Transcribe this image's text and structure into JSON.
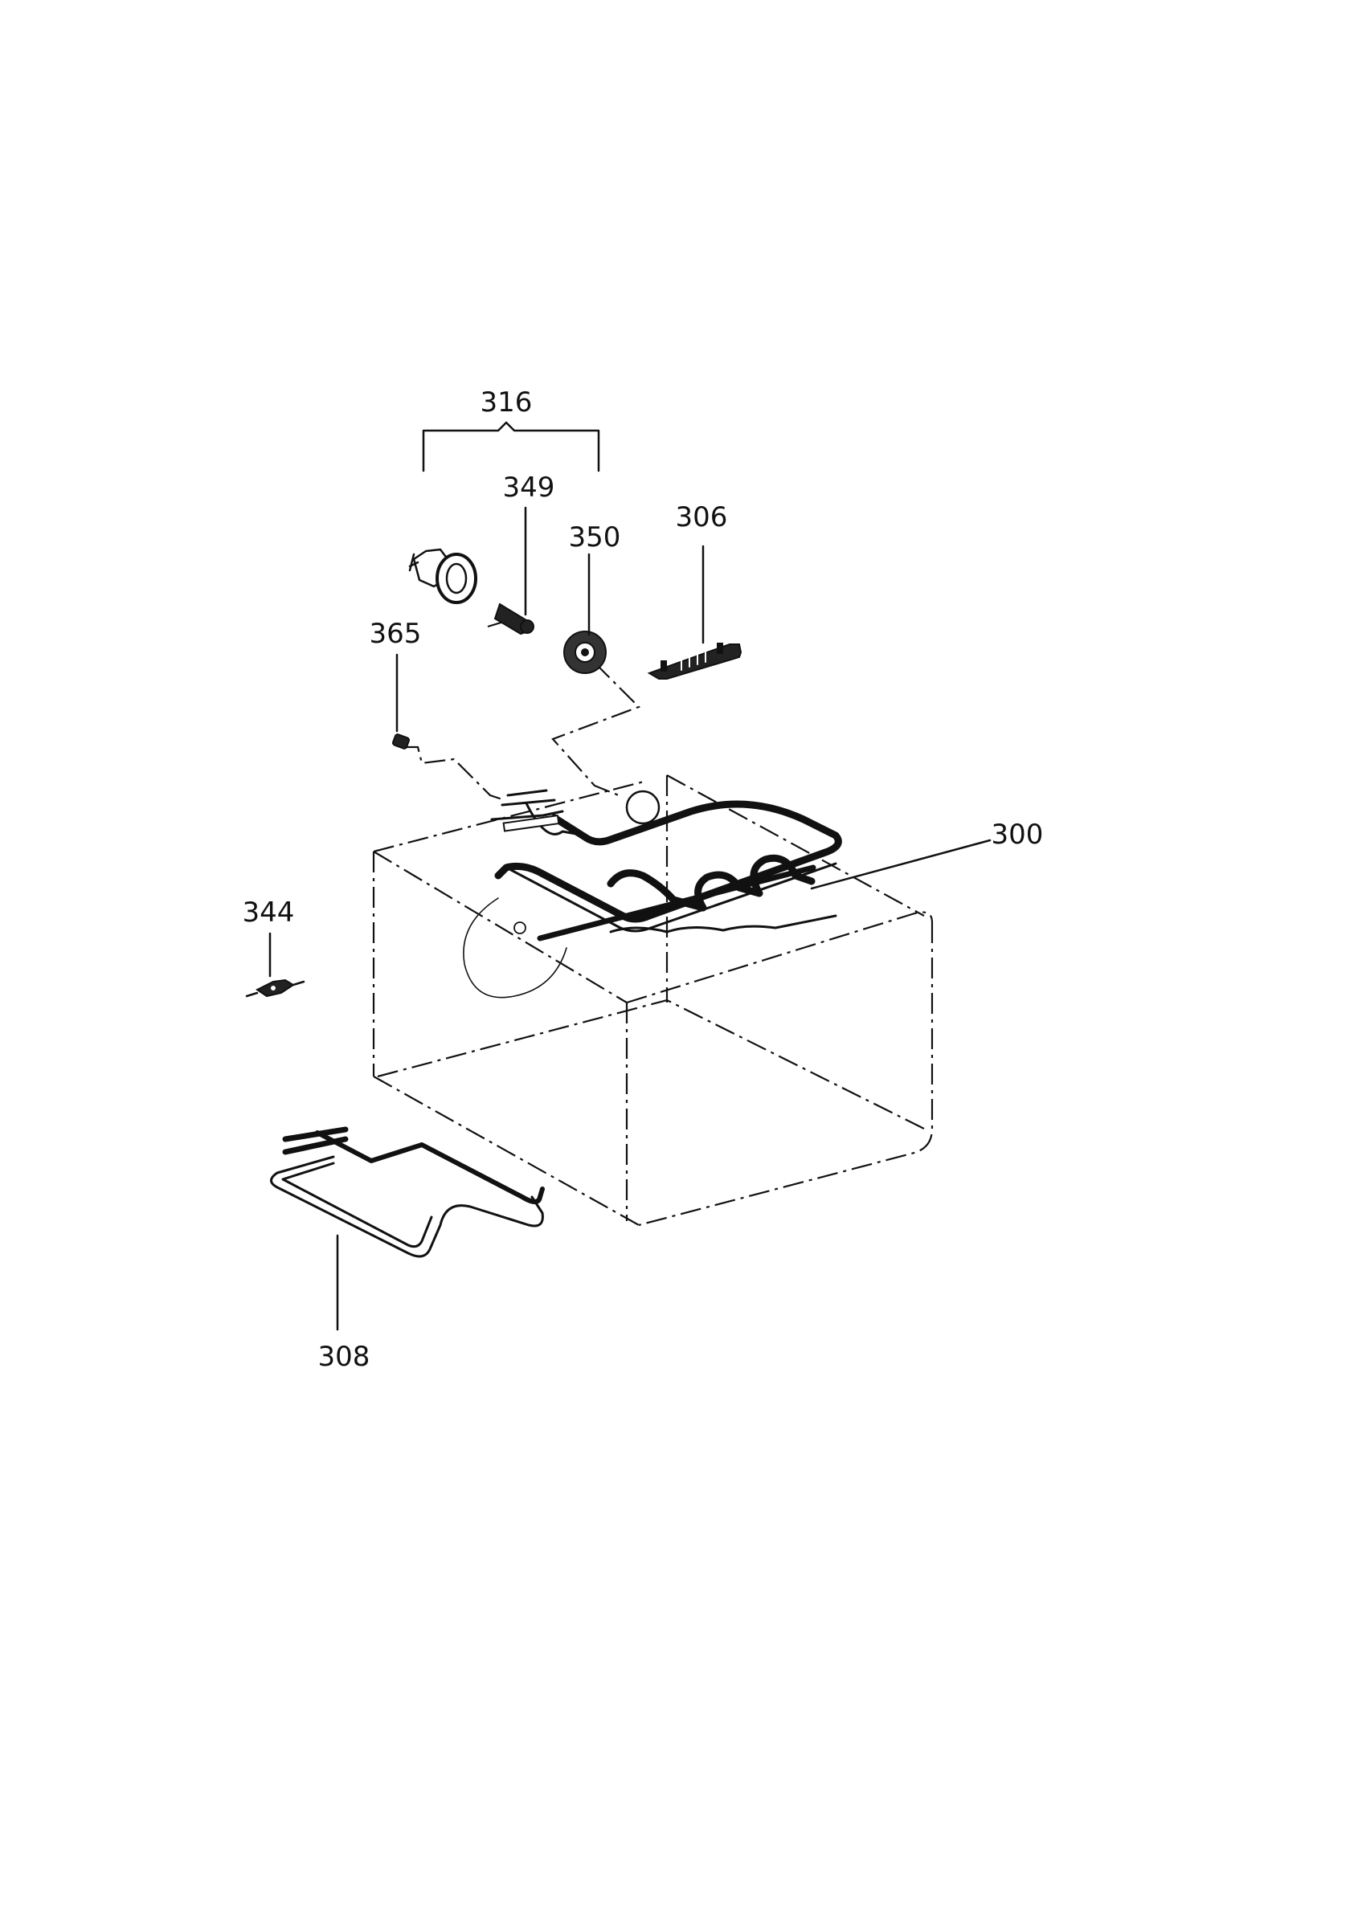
{
  "parts": {
    "p300": "300",
    "p306": "306",
    "p308": "308",
    "p316": "316",
    "p344": "344",
    "p349": "349",
    "p350": "350",
    "p365": "365"
  }
}
